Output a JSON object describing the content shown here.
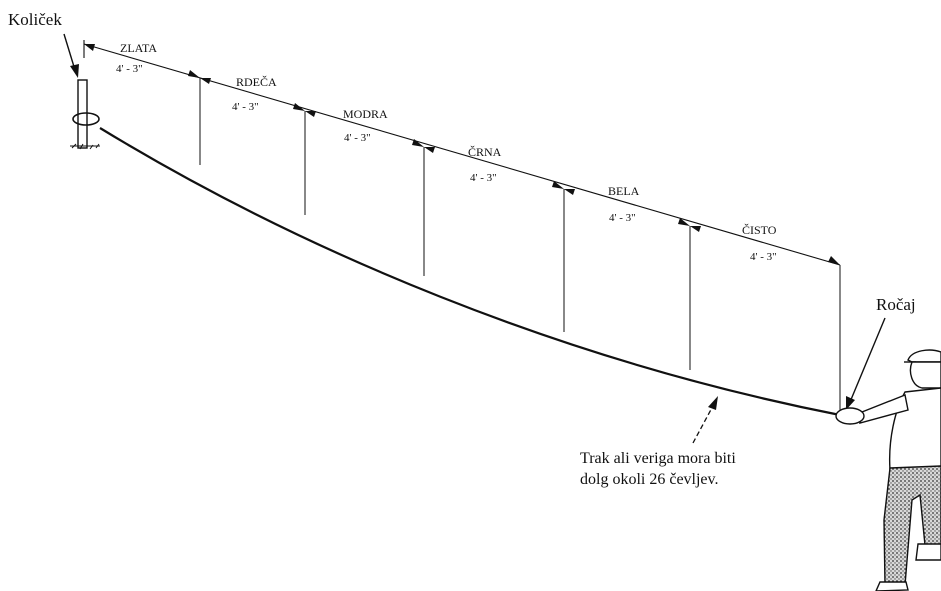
{
  "stake_label": "Količek",
  "handle_label": "Ročaj",
  "segments": [
    {
      "color": "ZLATA",
      "length": "4' - 3\""
    },
    {
      "color": "RDEČA",
      "length": "4' - 3\""
    },
    {
      "color": "MODRA",
      "length": "4' - 3\""
    },
    {
      "color": "ČRNA",
      "length": "4' - 3\""
    },
    {
      "color": "BELA",
      "length": "4' - 3\""
    },
    {
      "color": "ČISTO",
      "length": "4' - 3\""
    }
  ],
  "caption": {
    "line1": "Trak ali veriga mora biti",
    "line2": "dolg okoli 26 čevljev."
  }
}
